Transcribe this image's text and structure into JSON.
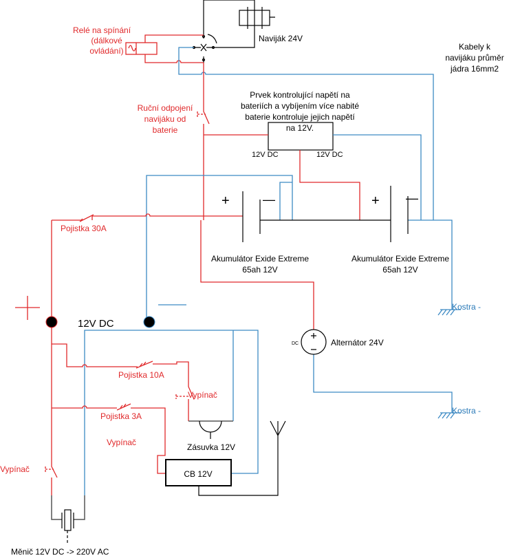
{
  "labels": {
    "relay": [
      "Relé na spínání",
      "(dálkové",
      "ovládání)"
    ],
    "winch": "Naviják 24V",
    "cables": [
      "Kabely k",
      "navijáku průměr",
      "jádra 16mm2"
    ],
    "manual_disconnect": [
      "Ruční odpojení",
      "navijáku od",
      "baterie"
    ],
    "controller": [
      "Prvek kontrolující napětí na",
      "bateriích a vybíjením více nabité",
      "baterie kontroluje jejich napětí",
      "na 12V."
    ],
    "dc_left": "12V DC",
    "dc_right": "12V DC",
    "fuse_30a": "Pojistka 30A",
    "battery1": [
      "Akumulátor Exide Extreme",
      "65ah 12V"
    ],
    "battery2": [
      "Akumulátor Exide Extreme",
      "65ah 12V"
    ],
    "bus": "12V DC",
    "ground1": "Kostra -",
    "ground2": "Kostra -",
    "alternator_dc": "DC",
    "alternator": "Alternátor 24V",
    "fuse_10a": "Pojistka 10A",
    "switch_socket": "Vypínač",
    "fuse_3a": "Pojistka 3A",
    "switch_cb": "Vypínač",
    "socket": "Zásuvka 12V",
    "cb": "CB 12V",
    "switch_inverter": "Vypínač",
    "inverter": "Měnič 12V DC -> 220V AC",
    "plus": "+",
    "minus": "—",
    "bat_plus": "+",
    "bat_minus": "—"
  },
  "colors": {
    "positive": "#e0282a",
    "negative": "#3c8ac4",
    "neutral": "#000000"
  }
}
